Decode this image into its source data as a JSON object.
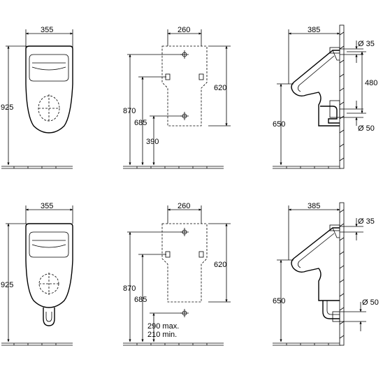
{
  "top": {
    "front": {
      "width": "355",
      "height": "925"
    },
    "back": {
      "width": "260",
      "height_total": "870",
      "h_mid": "685",
      "h_low": "390",
      "h_right": "620"
    },
    "side": {
      "depth": "385",
      "inlet": "Ø 35",
      "h_vert": "480",
      "h_rim": "650",
      "outlet": "Ø 50"
    }
  },
  "bottom": {
    "front": {
      "width": "355",
      "height": "925"
    },
    "back": {
      "width": "260",
      "height_total": "870",
      "h_mid": "685",
      "h_right": "620",
      "note1": "290 max.",
      "note2": "210 min."
    },
    "side": {
      "depth": "385",
      "inlet": "Ø 35",
      "h_rim": "650",
      "outlet": "Ø 50"
    }
  }
}
